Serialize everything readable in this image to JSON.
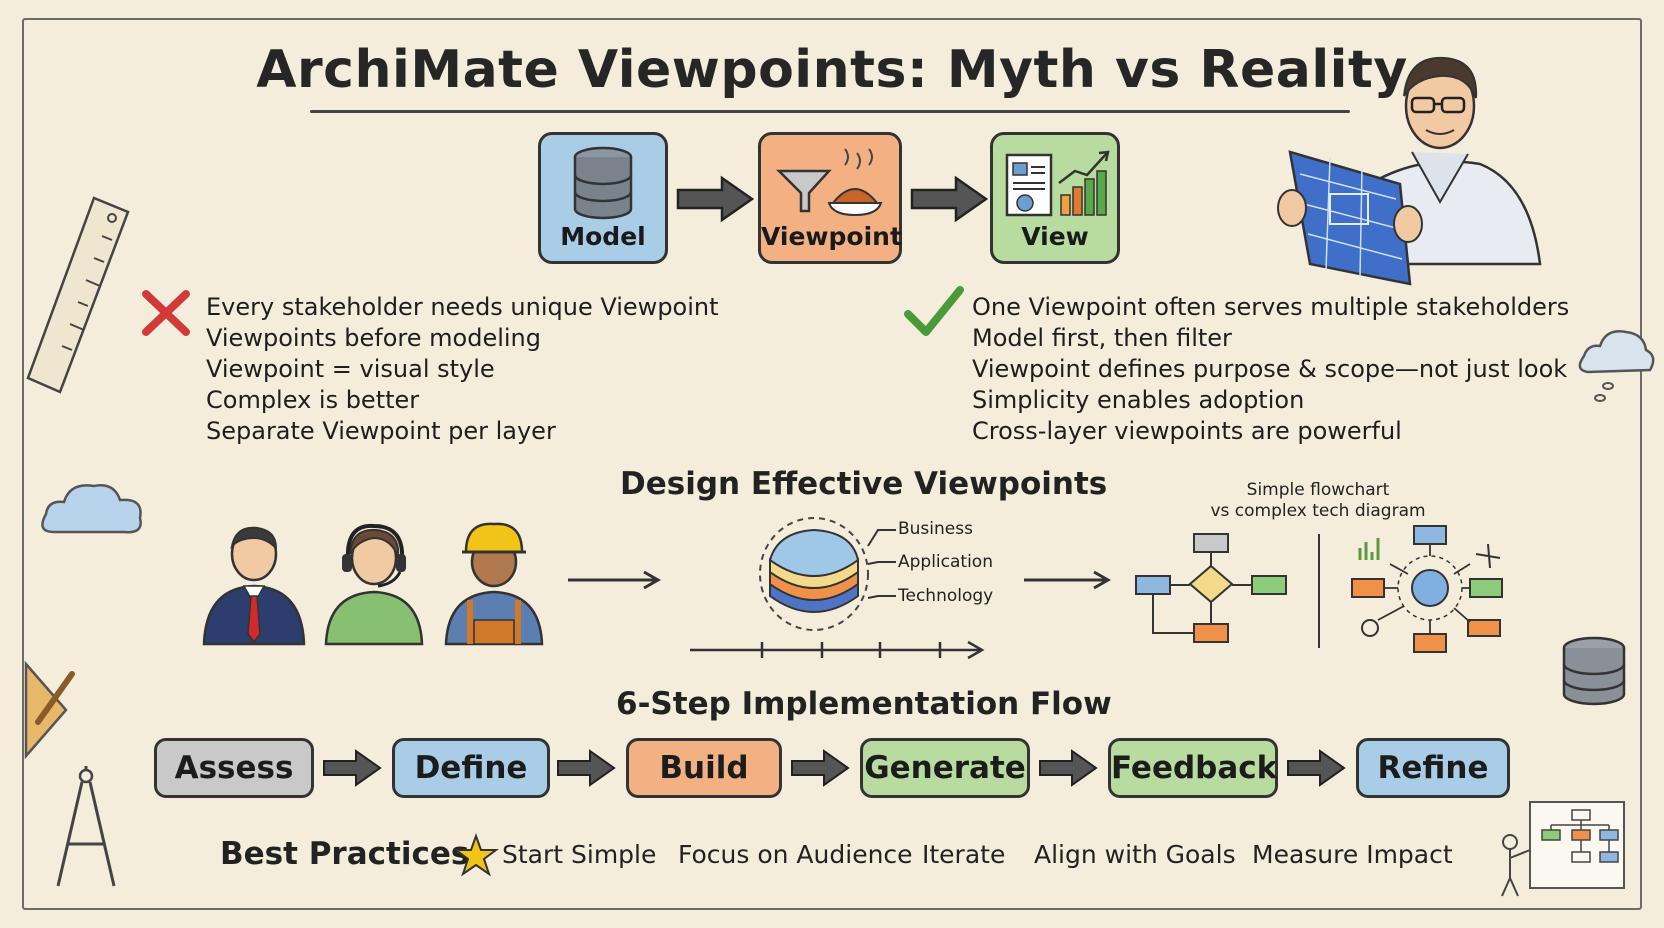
{
  "title": "ArchiMate Viewpoints: Myth vs Reality",
  "flow": {
    "model": "Model",
    "viewpoint": "Viewpoint",
    "view": "View"
  },
  "myths": [
    "Every stakeholder needs unique Viewpoint",
    "Viewpoints before modeling",
    "Viewpoint = visual style",
    "Complex is better",
    "Separate Viewpoint per layer"
  ],
  "realities": [
    "One Viewpoint often serves multiple stakeholders",
    "Model first, then filter",
    "Viewpoint defines purpose & scope—not just look",
    "Simplicity enables adoption",
    "Cross-layer viewpoints are powerful"
  ],
  "design": {
    "heading": "Design Effective Viewpoints",
    "layers": [
      "Business",
      "Application",
      "Technology"
    ],
    "flowchart_caption_line1": "Simple flowchart",
    "flowchart_caption_line2": "vs complex tech diagram"
  },
  "implementation": {
    "heading": "6-Step Implementation Flow",
    "steps": [
      "Assess",
      "Define",
      "Build",
      "Generate",
      "Feedback",
      "Refine"
    ]
  },
  "best_practices": {
    "heading": "Best Practices",
    "items": [
      "Start Simple",
      "Focus on Audience",
      "Iterate",
      "Align with Goals",
      "Measure Impact"
    ]
  },
  "colors": {
    "background": "#f5eddb",
    "blue": "#a9cde6",
    "orange": "#f3b183",
    "green": "#b8dba0",
    "gray": "#c9c9c9",
    "myth_red": "#d23a3a",
    "reality_green": "#4a9a3a"
  }
}
